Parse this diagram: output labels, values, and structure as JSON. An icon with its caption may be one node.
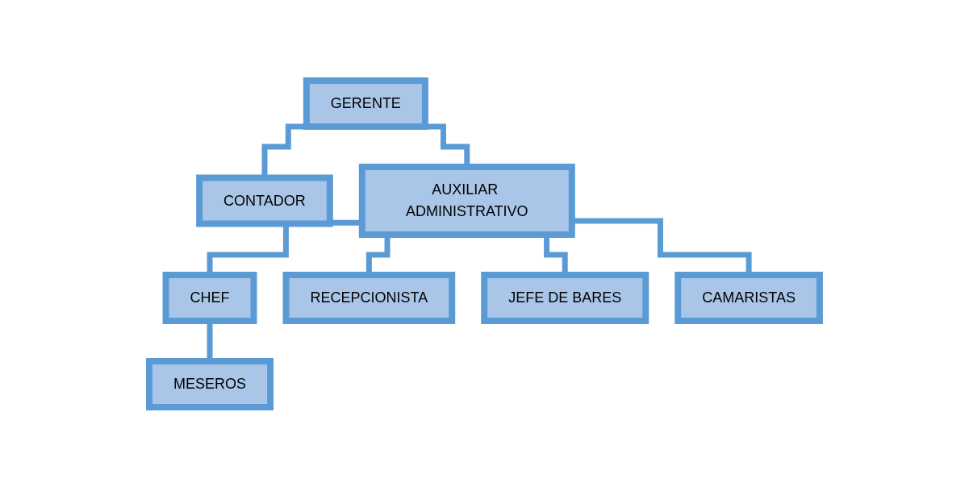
{
  "diagram": {
    "nodes": [
      {
        "text": [
          "GERENTE"
        ]
      },
      {
        "text": [
          "CONTADOR"
        ]
      },
      {
        "text": [
          "AUXILIAR ADMINISTRATIVO"
        ]
      },
      {
        "text": [
          "CHEF"
        ]
      },
      {
        "text": [
          "RECEPCIONISTA"
        ]
      },
      {
        "text": [
          "JEFE DE BARES"
        ]
      },
      {
        "text": [
          "CAMARISTAS"
        ]
      },
      {
        "text": [
          "MESEROS"
        ]
      }
    ],
    "edges": [
      {
        "from": 0,
        "to": 1,
        "arrow": "none"
      },
      {
        "from": 0,
        "to": 2,
        "arrow": "none"
      },
      {
        "from": 2,
        "to": 3,
        "arrow": "none"
      },
      {
        "from": 2,
        "to": 4,
        "arrow": "none"
      },
      {
        "from": 2,
        "to": 5,
        "arrow": "none"
      },
      {
        "from": 2,
        "to": 6,
        "arrow": "none"
      },
      {
        "from": 3,
        "to": 7,
        "arrow": "none"
      }
    ]
  }
}
